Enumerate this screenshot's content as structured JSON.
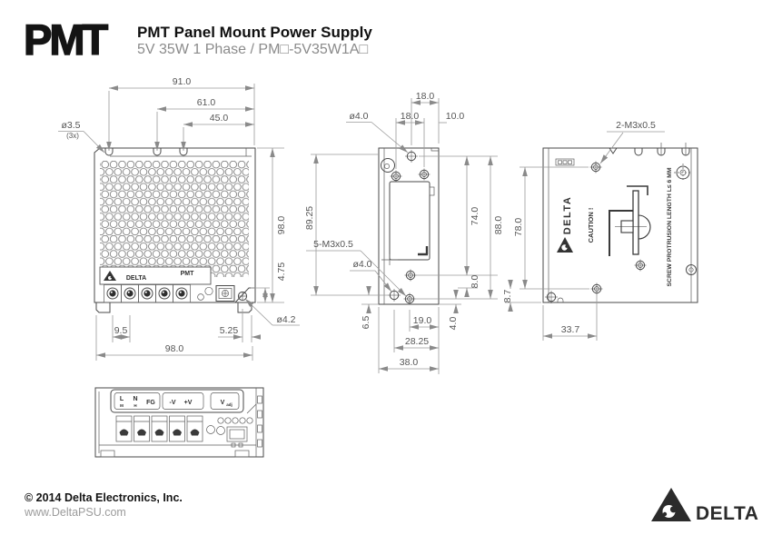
{
  "colors": {
    "object_line": "#4a4a4a",
    "dimension_line": "#9a9a9a",
    "dimension_text": "#555555",
    "brand_dark": "#2b2b2b",
    "subtitle_gray": "#8b8b8b"
  },
  "header": {
    "logo": "PMT",
    "title": "PMT Panel Mount Power Supply",
    "subtitle": "5V 35W 1 Phase / PM□-5V35W1A□"
  },
  "front_view": {
    "dim_91": "91.0",
    "dim_61": "61.0",
    "dim_45": "45.0",
    "hole_top": "ø3.5",
    "hole_top_qty": "(3x)",
    "dim_height": "98.0",
    "dim_475": "4.75",
    "hole_corner": "ø4.2",
    "dim_95": "9.5",
    "dim_525": "5.25",
    "dim_width": "98.0",
    "label_brand": "DELTA",
    "label_model": "PMT"
  },
  "side_view": {
    "dim_18_top": "18.0",
    "hole_40_top": "ø4.0",
    "dim_18_mid": "18.0",
    "dim_10": "10.0",
    "dim_8925": "89.25",
    "dim_74": "74.0",
    "dim_88": "88.0",
    "dim_8": "8.0",
    "thread_note": "5-M3x0.5",
    "hole_40_bot": "ø4.0",
    "dim_65": "6.5",
    "dim_4": "4.0",
    "dim_19": "19.0",
    "dim_2825": "28.25",
    "dim_38": "38.0"
  },
  "rear_view": {
    "thread_note": "2-M3x0.5",
    "dim_78": "78.0",
    "dim_87": "8.7",
    "dim_337": "33.7",
    "brand": "DELTA",
    "caution": "CAUTION !",
    "screw_note": "SCREW PROTRUSION LENGTH L≤ 6 MM"
  },
  "bottom_view": {
    "t_l": "L",
    "t_l_sub": "M",
    "t_n": "N",
    "t_n_sub": "H",
    "t_fg": "FG",
    "t_negv": "-V",
    "t_posv": "+V",
    "t_vadj": "V",
    "t_vadj_sub": "adj"
  },
  "footer": {
    "copyright": "© 2014 Delta Electronics, Inc.",
    "website": "www.DeltaPSU.com",
    "brand": "DELTA"
  }
}
